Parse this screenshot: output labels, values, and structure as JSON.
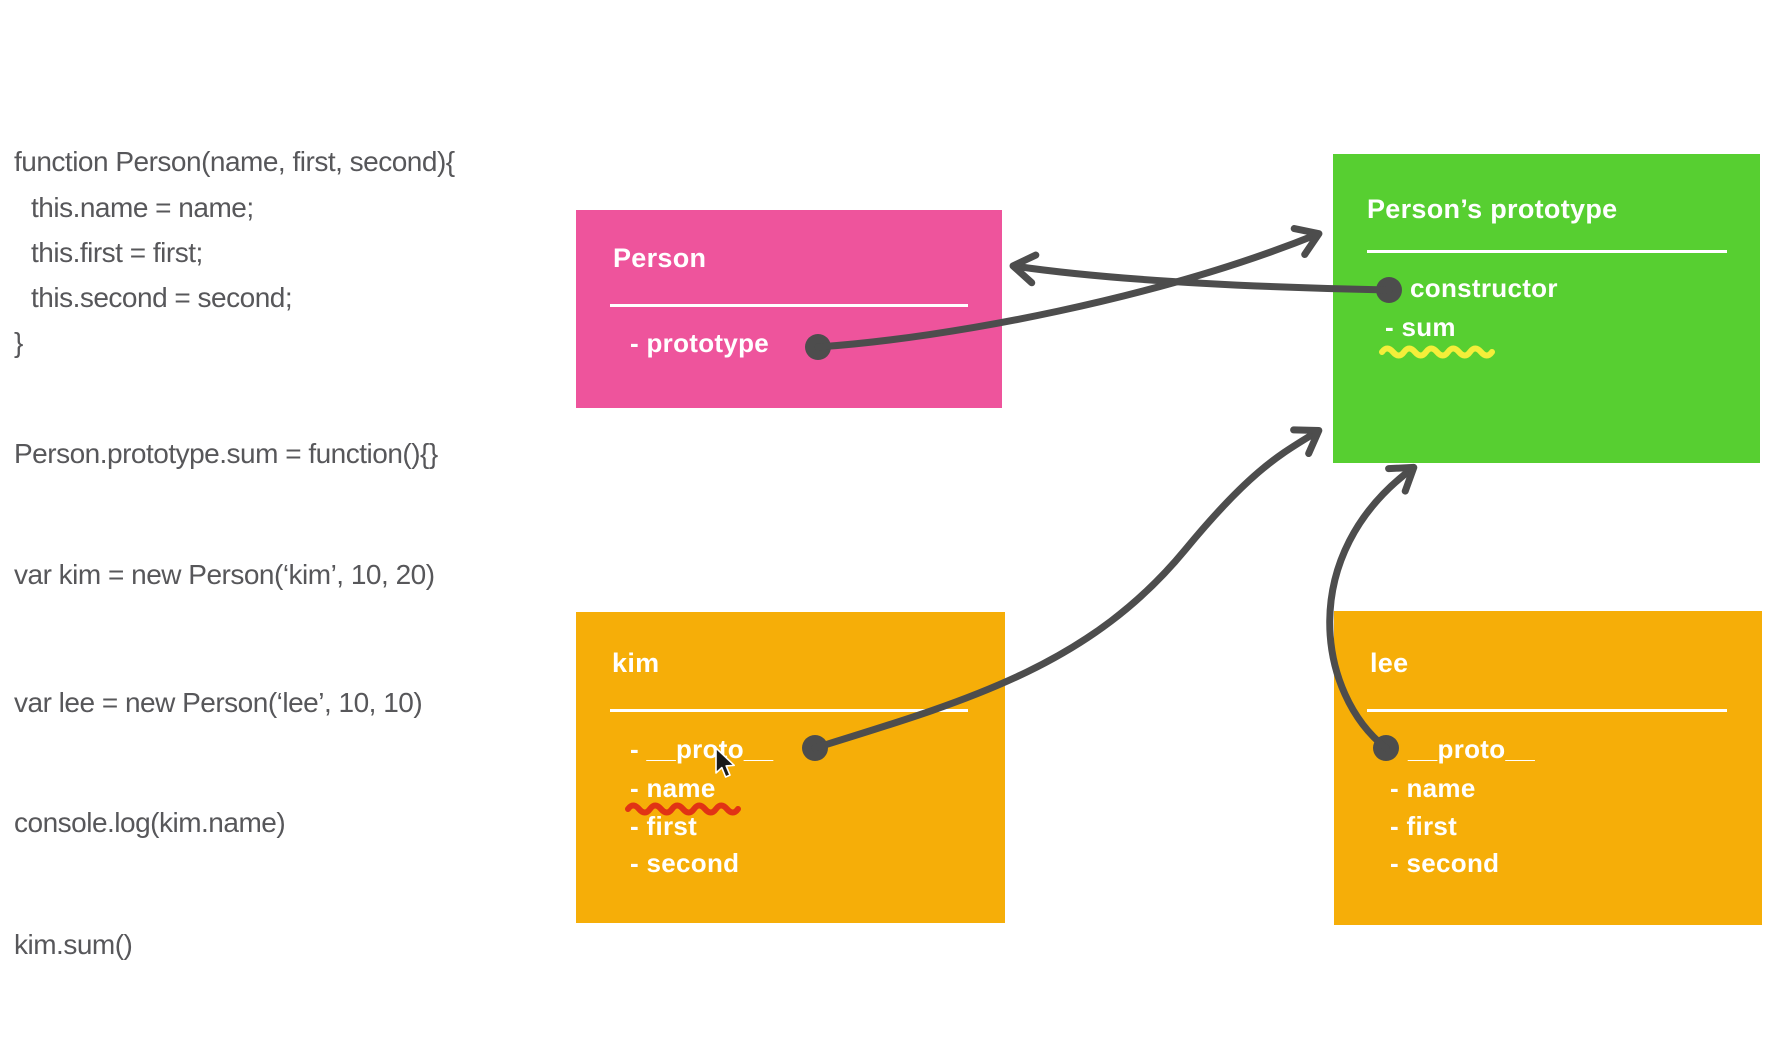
{
  "slide": {
    "code": {
      "line_1": "function Person(name, first, second){",
      "line_2": "this.name = name;",
      "line_3": "this.first = first;",
      "line_4": "this.second = second;",
      "line_5": "}",
      "line_6": "Person.prototype.sum = function(){}",
      "line_7": "var kim = new Person(‘kim’, 10, 20)",
      "line_8": "var lee = new Person(‘lee’, 10, 10)",
      "line_9": "console.log(kim.name)",
      "line_10": "kim.sum()"
    },
    "person_box": {
      "title": "Person",
      "prototype_item": "- prototype"
    },
    "prototype_box": {
      "title": "Person’s prototype",
      "constructor_item": "constructor",
      "sum_item": "- sum"
    },
    "kim_box": {
      "title": "kim",
      "proto_item": "- __proto__",
      "name_item": "- name",
      "first_item": "- first",
      "second_item": "- second"
    },
    "lee_box": {
      "title": "lee",
      "proto_item": "__proto__",
      "name_item": "- name",
      "first_item": "- first",
      "second_item": "- second"
    },
    "colors": {
      "person_pink": "#ee549c",
      "prototype_green": "#57cf31",
      "instance_orange": "#f6ae08",
      "arrow_gray": "#4d4d4d",
      "code_text_gray": "#57575a",
      "sum_highlight_yellow": "#f4ee3a",
      "name_underline_red": "#e13315"
    }
  }
}
